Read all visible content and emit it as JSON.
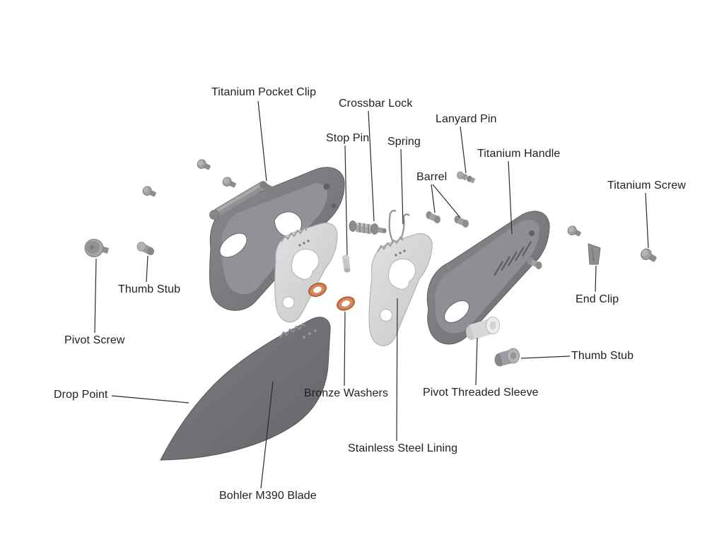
{
  "diagram": {
    "type": "exploded-view",
    "subject": "Pocket knife exploded parts diagram",
    "labels": {
      "titanium_pocket_clip": "Titanium Pocket Clip",
      "crossbar_lock": "Crossbar Lock",
      "stop_pin": "Stop Pin",
      "spring": "Spring",
      "lanyard_pin": "Lanyard Pin",
      "titanium_handle": "Titanium Handle",
      "barrel": "Barrel",
      "titanium_screw": "Titanium Screw",
      "thumb_stub_left": "Thumb Stub",
      "pivot_screw": "Pivot Screw",
      "end_clip": "End Clip",
      "thumb_stub_right": "Thumb Stub",
      "pivot_threaded_sleeve": "Pivot Threaded Sleeve",
      "bronze_washers": "Bronze Washers",
      "drop_point": "Drop Point",
      "stainless_steel_lining": "Stainless Steel Lining",
      "bohler_m390_blade": "Bohler M390 Blade"
    },
    "colors": {
      "background": "#ffffff",
      "label_text": "#1f1f1f",
      "leader_line": "#2b2b2b",
      "part_dark": "#6e7073",
      "part_mid": "#9a9c9e",
      "part_light": "#d6d8da",
      "bronze": "#c06f46"
    }
  }
}
